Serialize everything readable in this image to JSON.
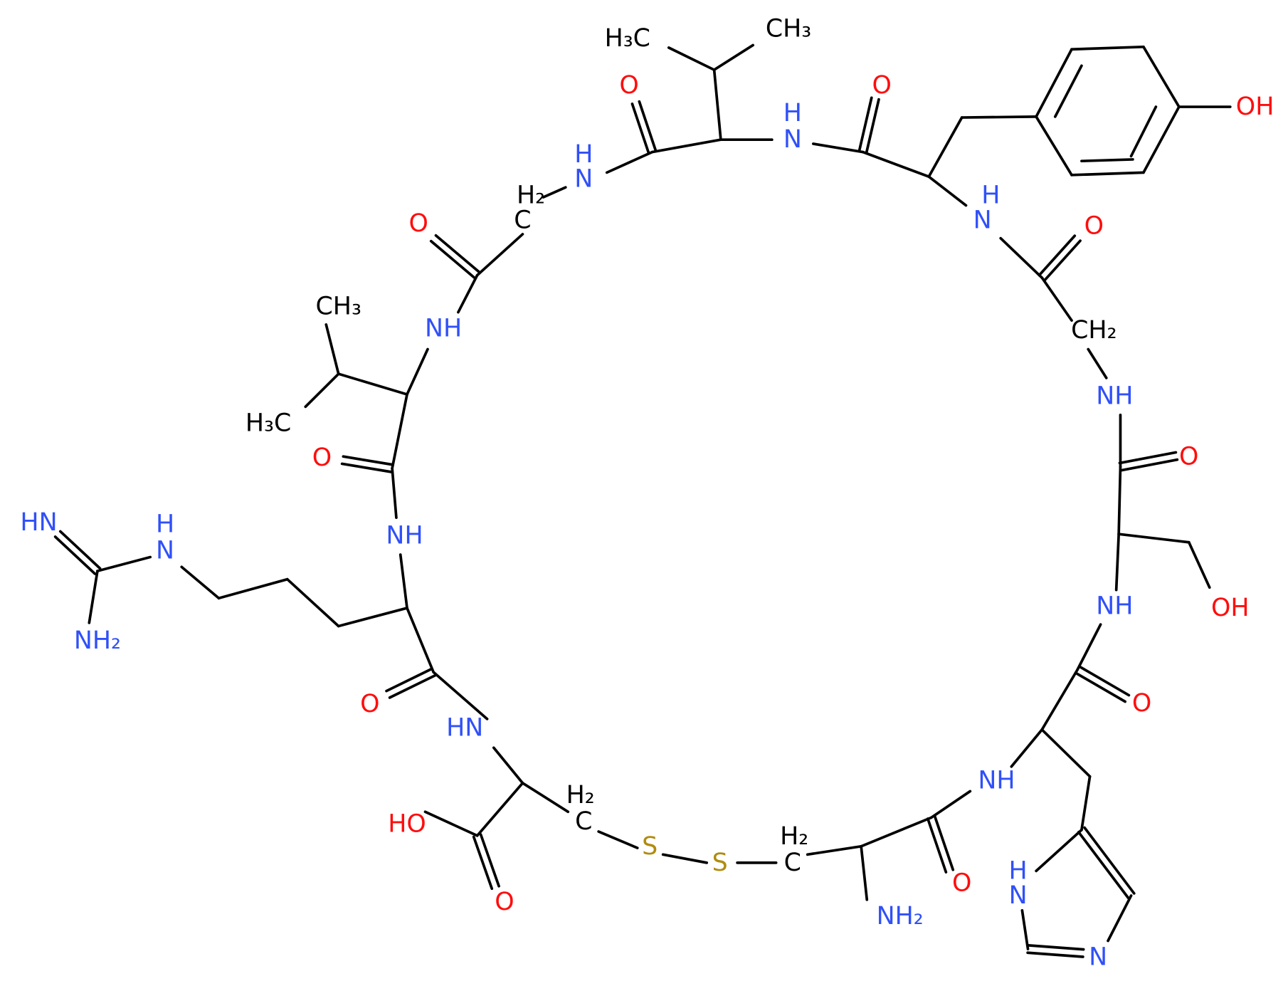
{
  "diagram": {
    "type": "chemical-structure",
    "colors": {
      "carbon": "#000000",
      "nitrogen": "#3050F8",
      "oxygen": "#FF0D0D",
      "sulfur": "#B08C10"
    },
    "atom_labels": [
      "HO",
      "O",
      "H₂",
      "C",
      "S",
      "S",
      "H₂",
      "C",
      "NH₂",
      "O",
      "NH",
      "H",
      "N",
      "N",
      "O",
      "NH",
      "OH",
      "NH",
      "O",
      "CH₂",
      "H",
      "N",
      "O",
      "O",
      "H",
      "N",
      "OH",
      "H₃C",
      "CH₃",
      "O",
      "H",
      "N",
      "H₂",
      "C",
      "O",
      "NH",
      "CH₃",
      "H₃C",
      "O",
      "NH",
      "HN",
      "H",
      "N",
      "NH₂",
      "O",
      "HN"
    ]
  }
}
